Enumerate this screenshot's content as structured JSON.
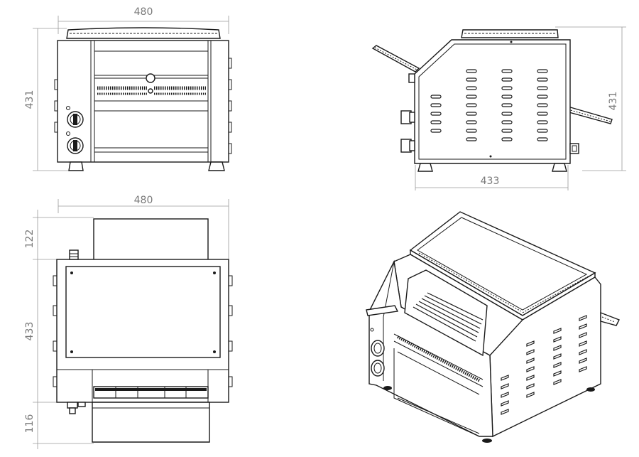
{
  "views": {
    "front": {
      "width_dim": "480",
      "height_dim": "431"
    },
    "side": {
      "depth_dim": "433",
      "height_dim": "431"
    },
    "top": {
      "width_dim": "480",
      "front_ext_dim": "122",
      "depth_dim": "433",
      "rear_ext_dim": "116"
    }
  }
}
